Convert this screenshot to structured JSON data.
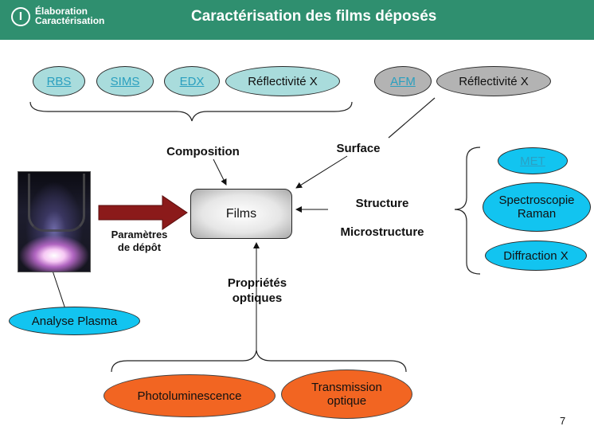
{
  "header": {
    "badge": "I",
    "section_line1": "Élaboration",
    "section_line2": "Caractérisation",
    "title": "Caractérisation des films déposés"
  },
  "composition": {
    "label": "Composition",
    "items": [
      "RBS",
      "SIMS",
      "EDX",
      "Réflectivité X"
    ]
  },
  "surface": {
    "label": "Surface",
    "items": [
      "AFM",
      "Réflectivité X"
    ]
  },
  "structure": {
    "label_structure": "Structure",
    "label_microstructure": "Microstructure",
    "items": [
      "MET",
      "Spectroscopie Raman",
      "Diffraction X"
    ]
  },
  "center": {
    "label": "Films"
  },
  "deposition": {
    "label_line1": "Paramètres",
    "label_line2": "de dépôt"
  },
  "plasma": {
    "label": "Analyse Plasma"
  },
  "optics": {
    "label_line1": "Propriétés",
    "label_line2": "optiques",
    "items": [
      "Photoluminescence",
      "Transmission optique"
    ]
  },
  "footer": {
    "page_number": "7"
  },
  "colors": {
    "header": "#2f8f6f",
    "teal_oval": "#a9dcdc",
    "gray_oval": "#b3b3b3",
    "cyan_oval": "#12c4f0",
    "orange_oval": "#f26522",
    "arrow_dark_red": "#8b1a1a"
  }
}
